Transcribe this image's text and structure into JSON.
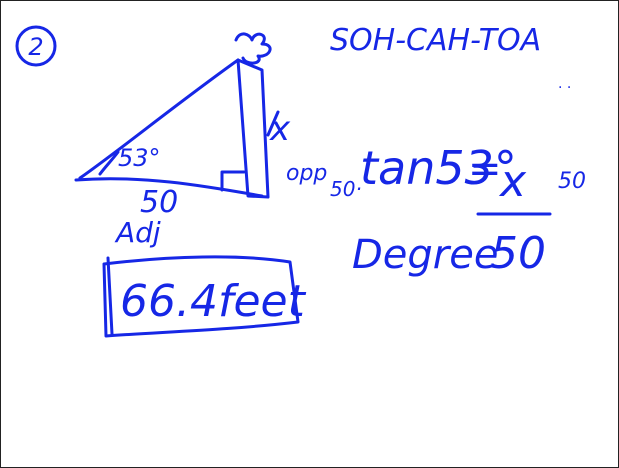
{
  "problem_number": "2",
  "mnemonic": "SOH-CAH-TOA",
  "labels": {
    "angle": "53°",
    "adjacent_value": "50",
    "adjacent_label": "Adj",
    "opposite_value": "x",
    "opposite_label": "opp"
  },
  "equation": {
    "left_factor": "50·",
    "lhs": "tan53°",
    "equals": "=",
    "numerator": "x",
    "denominator": "50",
    "right_factor": "50"
  },
  "mode_note": "Degree",
  "answer": "66.4feet",
  "ink_color": "#1627e6"
}
